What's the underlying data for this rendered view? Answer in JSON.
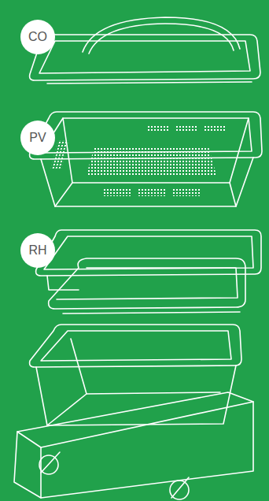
{
  "diagram": {
    "labels": [
      "CO",
      "PV",
      "RH"
    ]
  }
}
